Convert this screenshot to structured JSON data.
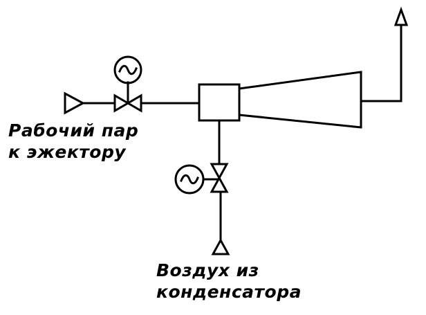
{
  "labels": {
    "working_steam_line1": "Рабочий пар",
    "working_steam_line2": "к эжектору",
    "air_line1": "Воздух из",
    "air_line2": "конденсатора"
  },
  "colors": {
    "ink": "#000000",
    "paper": "#ffffff"
  },
  "icons": {
    "steam_inlet": "triangle-arrow-right",
    "air_inlet": "triangle-arrow-up",
    "outlet": "triangle-arrow-up",
    "valve": "bowtie-valve",
    "actuator": "tilde-circle-actuator",
    "mixing_chamber": "square-block",
    "diffuser": "trapezoid"
  }
}
